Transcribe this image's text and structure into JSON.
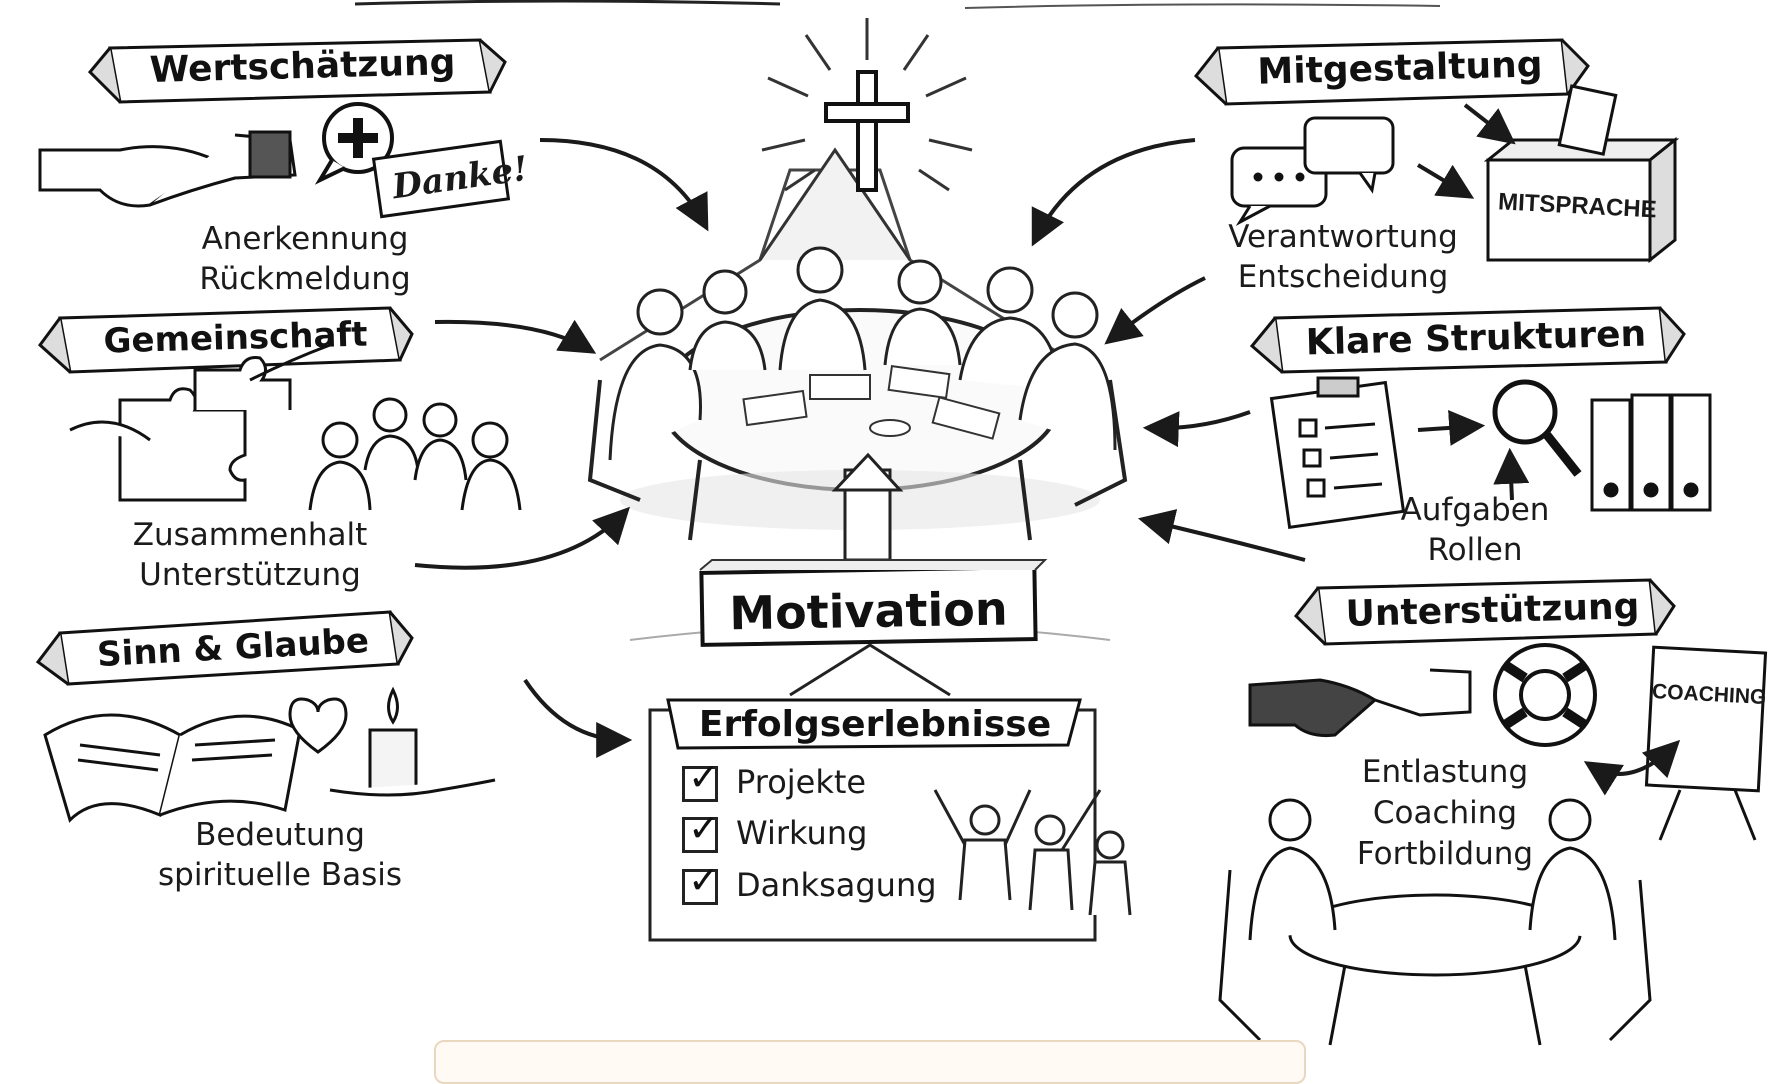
{
  "center": {
    "title": "Motivation"
  },
  "nodes": {
    "wertschaetzung": {
      "title": "Wertschätzung",
      "lines": [
        "Anerkennung",
        "Rückmeldung"
      ],
      "note": "Danke!"
    },
    "gemeinschaft": {
      "title": "Gemeinschaft",
      "lines": [
        "Zusammenhalt",
        "Unterstützung"
      ]
    },
    "sinn": {
      "title": "Sinn & Glaube",
      "lines": [
        "Bedeutung",
        "spirituelle Basis"
      ]
    },
    "mitgestaltung": {
      "title": "Mitgestaltung",
      "lines": [
        "Verantwortung",
        "Entscheidung"
      ],
      "box_label": "MITSPRACHE"
    },
    "strukturen": {
      "title": "Klare Strukturen",
      "lines": [
        "Aufgaben",
        "Rollen"
      ]
    },
    "unterstuetzung": {
      "title": "Unterstützung",
      "lines": [
        "Entlastung",
        "Coaching",
        "Fortbildung"
      ],
      "board_label": "COACHING"
    },
    "erfolg": {
      "title": "Erfolgserlebnisse",
      "items": [
        "Projekte",
        "Wirkung",
        "Danksagung"
      ]
    }
  },
  "icons": [
    "cross-icon",
    "handshake-icon",
    "plus-speech-icon",
    "puzzle-icon",
    "book-icon",
    "heart-icon",
    "candle-icon",
    "speech-bubbles-icon",
    "ballot-box-icon",
    "clipboard-icon",
    "magnifier-icon",
    "binders-icon",
    "lifebuoy-icon",
    "flipchart-icon",
    "checkbox-icon"
  ],
  "colors": {
    "ink": "#1a1a1a",
    "paper": "#ffffff",
    "shade": "#d9d9d9",
    "bottom_box_border": "#e9d7bf"
  }
}
